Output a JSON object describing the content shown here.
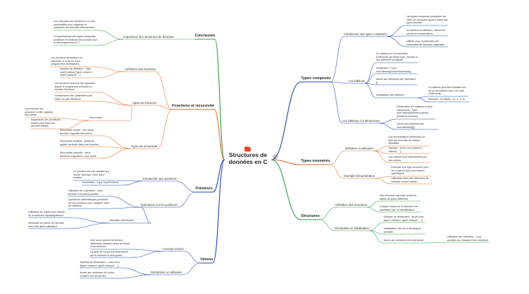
{
  "central": {
    "title": "Structures de données en C",
    "at_glyph": "@",
    "logo_text": "PDF"
  },
  "colors": {
    "Types composés": "#1f3fb5",
    "Types énumérés": "#e06a28",
    "Structures": "#22a046",
    "Conclusion": "#2e9a3a",
    "Fonctions et récursivité": "#e06a28",
    "Pointeurs": "#1f3fb5",
    "Unions": "#1f3fb5"
  },
  "nodes": [
    {
      "id": "tc",
      "text": "Types composés",
      "level": 1,
      "branch": "Types composés"
    },
    {
      "id": "tc_intro",
      "text": "Introduction aux types composés",
      "level": 2,
      "branch": "Types composés"
    },
    {
      "id": "tc_i1",
      "text": "Les types composés permettent de créer de nouveaux types à partir des types primitifs.",
      "level": 3,
      "branch": "Types composés"
    },
    {
      "id": "tc_i2",
      "text": "Ils incluent les tableaux, structures, unions et énumérations.",
      "level": 3,
      "branch": "Types composés"
    },
    {
      "id": "tc_i3",
      "text": "Utilisés pour représenter des ensembles de données organisés.",
      "level": 3,
      "branch": "Types composés"
    },
    {
      "id": "tc_tab",
      "text": "Les tableaux",
      "level": 2,
      "branch": "Types composés"
    },
    {
      "id": "tc_t1",
      "text": "Un tableau est un ensemble d'éléments de même type, stockés à des adresses contiguës.",
      "level": 3,
      "branch": "Types composés"
    },
    {
      "id": "tc_t2",
      "text": "Déclaration : Type nomTableau[nombreElements];",
      "level": 3,
      "branch": "Types composés"
    },
    {
      "id": "tc_t3",
      "text": "Accès aux éléments par l'opérateur []",
      "level": 3,
      "branch": "Types composés"
    },
    {
      "id": "tc_t4",
      "text": "Initialisation des tableaux",
      "level": 3,
      "branch": "Types composés"
    },
    {
      "id": "tc_t4a",
      "text": "Un tableau peut être initialisé lors de sa déclaration avec une liste d'éléments.",
      "level": 4,
      "branch": "Types composés"
    },
    {
      "id": "tc_t4b",
      "text": "Exemple : int tab[4] = {1, 2, 3, 4};",
      "level": 4,
      "branch": "Types composés"
    },
    {
      "id": "tc_2d",
      "text": "Les tableaux à 2 dimensions",
      "level": 2,
      "branch": "Types composés"
    },
    {
      "id": "tc_2d1",
      "text": "Déclaration d'un tableau à deux dimensions : Type nomTableau[nombreLignes][nombreColonnes];",
      "level": 3,
      "branch": "Types composés"
    },
    {
      "id": "tc_2d2",
      "text": "Accès aux éléments par nomTableau[i][j]",
      "level": 3,
      "branch": "Types composés"
    },
    {
      "id": "te",
      "text": "Types énumérés",
      "level": 1,
      "branch": "Types énumérés"
    },
    {
      "id": "te_def",
      "text": "Définition et utilisation",
      "level": 2,
      "branch": "Types énumérés"
    },
    {
      "id": "te_d1",
      "text": "Les énumérations définissent un type par une liste de valeurs possibles.",
      "level": 3,
      "branch": "Types énumérés"
    },
    {
      "id": "te_d2",
      "text": "Syntaxe : enum nom {valeur1, valeur2, ...};",
      "level": 3,
      "branch": "Types énumérés"
    },
    {
      "id": "te_d3",
      "text": "Les valeurs sont représentées par des entiers.",
      "level": 3,
      "branch": "Types énumérés"
    },
    {
      "id": "te_ex",
      "text": "Exemple d'énumération",
      "level": 2,
      "branch": "Types énumérés"
    },
    {
      "id": "te_e1",
      "text": "Exemple d'un type énuméré pour les couleurs avec des valeurs spécifiques.",
      "level": 3,
      "branch": "Types énumérés"
    },
    {
      "id": "te_e2",
      "text": "Utilisation dans des structures de contrôle comme switch.",
      "level": 3,
      "branch": "Types énumérés"
    },
    {
      "id": "st",
      "text": "Structures",
      "level": 1,
      "branch": "Structures"
    },
    {
      "id": "st_def",
      "text": "Définition des structures",
      "level": 2,
      "branch": "Structures"
    },
    {
      "id": "st_d1",
      "text": "Une structure regroupe plusieurs objets de types différents.",
      "level": 3,
      "branch": "Structures"
    },
    {
      "id": "st_d2",
      "text": "Chaque champ de la structure est accessible par un identificateur.",
      "level": 3,
      "branch": "Structures"
    },
    {
      "id": "st_dec",
      "text": "Déclaration et initialisation",
      "level": 2,
      "branch": "Structures"
    },
    {
      "id": "st_s1",
      "text": "Syntaxe de déclaration : struct nom {type1 champ1; type2 champ2; ...};",
      "level": 3,
      "branch": "Structures"
    },
    {
      "id": "st_s2",
      "text": "Initialisation lors de la déclaration possible.",
      "level": 3,
      "branch": "Structures"
    },
    {
      "id": "st_s3",
      "text": "Accès aux membres de la structure",
      "level": 3,
      "branch": "Structures"
    },
    {
      "id": "st_s3a",
      "text": "Utilisation de l'opérateur . pour accéder aux champs d'une structure.",
      "level": 4,
      "branch": "Structures"
    },
    {
      "id": "cc",
      "text": "Conclusion",
      "level": 1,
      "branch": "Conclusion"
    },
    {
      "id": "cc_imp",
      "text": "Importance des structures de données",
      "level": 2,
      "branch": "Conclusion"
    },
    {
      "id": "cc_1",
      "text": "Les structures de données en C sont essentielles pour organiser et manipuler les données efficacement.",
      "level": 3,
      "branch": "Conclusion"
    },
    {
      "id": "cc_2",
      "text": "Compréhension des types composés, pointeurs et fonctions est cruciale pour le développement en C.",
      "level": 3,
      "branch": "Conclusion"
    },
    {
      "id": "fr",
      "text": "Fonctions et récursivité",
      "level": 1,
      "branch": "Fonctions et récursivité"
    },
    {
      "id": "fr_def",
      "text": "Définition des fonctions",
      "level": 2,
      "branch": "Fonctions et récursivité"
    },
    {
      "id": "fr_d1",
      "text": "Les fonctions permettent de structurer le code en sous-programmes réutilisables.",
      "level": 3,
      "branch": "Fonctions et récursivité"
    },
    {
      "id": "fr_d2",
      "text": "Syntaxe de définition : Type nomFonction(Type1 param1, Type2 param2, ...)",
      "level": 3,
      "branch": "Fonctions et récursivité"
    },
    {
      "id": "fr_app",
      "text": "Appel de fonctions",
      "level": 2,
      "branch": "Fonctions et récursivité"
    },
    {
      "id": "fr_a1",
      "text": "Les fonctions peuvent être appelées depuis le programme principal ou d'autres fonctions.",
      "level": 3,
      "branch": "Fonctions et récursivité"
    },
    {
      "id": "fr_a2",
      "text": "Transmission des paramètres par valeur ou par référence.",
      "level": 3,
      "branch": "Fonctions et récursivité"
    },
    {
      "id": "fr_rec",
      "text": "Récursivité",
      "level": 3,
      "branch": "Fonctions et récursivité"
    },
    {
      "id": "fr_r1",
      "text": "Une fonction est récursive si elle s'appelle elle-même.",
      "level": 4,
      "branch": "Fonctions et récursivité"
    },
    {
      "id": "fr_r2",
      "text": "Importance des conditions d'arrêt pour éviter les boucles infinies.",
      "level": 4,
      "branch": "Fonctions et récursivité"
    },
    {
      "id": "fr_typ",
      "text": "Types de récursivité",
      "level": 2,
      "branch": "Fonctions et récursivité"
    },
    {
      "id": "fr_t1",
      "text": "Récursivité simple : une seule fonction s'appelle elle-même.",
      "level": 3,
      "branch": "Fonctions et récursivité"
    },
    {
      "id": "fr_t2",
      "text": "Récursivité multiple : plusieurs appels récursifs dans une fonction.",
      "level": 3,
      "branch": "Fonctions et récursivité"
    },
    {
      "id": "fr_t3",
      "text": "Récursivité mutuelle : deux fonctions s'appellent l'une l'autre.",
      "level": 3,
      "branch": "Fonctions et récursivité"
    },
    {
      "id": "pt",
      "text": "Pointeurs",
      "level": 1,
      "branch": "Pointeurs"
    },
    {
      "id": "pt_intro",
      "text": "Introduction aux pointeurs",
      "level": 2,
      "branch": "Pointeurs"
    },
    {
      "id": "pt_i1",
      "text": "Un pointeur est une variable qui stocke l'adresse d'une autre variable.",
      "level": 3,
      "branch": "Pointeurs"
    },
    {
      "id": "pt_i2",
      "text": "Déclaration : Type *nomPointeur;",
      "level": 3,
      "branch": "Pointeurs"
    },
    {
      "id": "pt_op",
      "text": "Opérations sur les pointeurs",
      "level": 2,
      "branch": "Pointeurs"
    },
    {
      "id": "pt_o1",
      "text": "Utilisation de l'opérateur * pour accéder à la valeur pointée.",
      "level": 3,
      "branch": "Pointeurs"
    },
    {
      "id": "pt_o2",
      "text": "Opérations arithmétiques possibles sur les pointeurs pour naviguer dans les tableaux.",
      "level": 3,
      "branch": "Pointeurs"
    },
    {
      "id": "pt_all",
      "text": "Allocation dynamique",
      "level": 3,
      "branch": "Pointeurs"
    },
    {
      "id": "pt_a1",
      "text": "Utilisation de malloc pour allouer de la mémoire dynamiquement.",
      "level": 4,
      "branch": "Pointeurs"
    },
    {
      "id": "pt_a2",
      "text": "Nécessité de libérer la mémoire avec free après utilisation.",
      "level": 4,
      "branch": "Pointeurs"
    },
    {
      "id": "un",
      "text": "Unions",
      "level": 1,
      "branch": "Unions"
    },
    {
      "id": "un_c",
      "text": "Concept d'union",
      "level": 2,
      "branch": "Unions"
    },
    {
      "id": "un_c1",
      "text": "Une union permet de stocker différentes variables dans la même zone mémoire.",
      "level": 3,
      "branch": "Unions"
    },
    {
      "id": "un_c2",
      "text": "La taille de l'union est déterminée par le membre le plus grand.",
      "level": 3,
      "branch": "Unions"
    },
    {
      "id": "un_d",
      "text": "Déclaration et utilisation",
      "level": 2,
      "branch": "Unions"
    },
    {
      "id": "un_d1",
      "text": "Syntaxe de déclaration : union nom {type1 champ1; type2 champ2; ...};",
      "level": 3,
      "branch": "Unions"
    },
    {
      "id": "un_d2",
      "text": "Accès aux membres de l'union similaire aux structures.",
      "level": 3,
      "branch": "Unions"
    }
  ]
}
